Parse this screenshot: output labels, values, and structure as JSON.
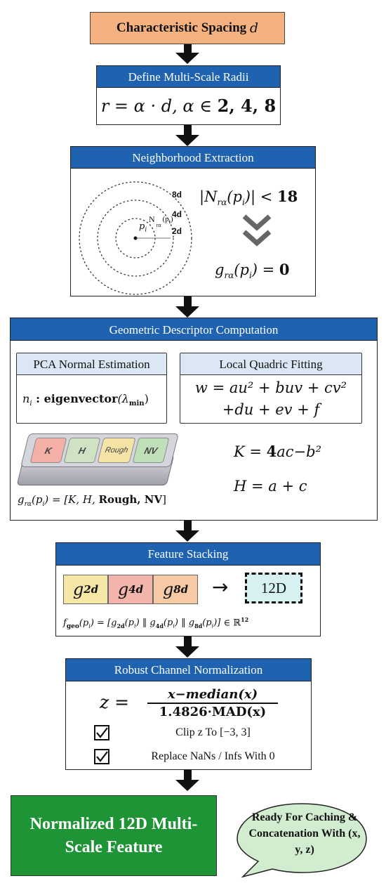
{
  "input": {
    "label": "Characteristic Spacing",
    "symbol": "d"
  },
  "radii": {
    "title": "Define Multi-Scale Radii",
    "formula_lhs": "r = α · d, α ∈ ",
    "formula_set": "2, 4, 8"
  },
  "neighborhood": {
    "title": "Neighborhood Extraction",
    "ring_labels": [
      "8d",
      "4d",
      "2d"
    ],
    "point_label": "p",
    "point_sub": "i",
    "n_label": "N",
    "n_sub": "rα",
    "n_paren": "(p",
    "n_paren_sub": "i",
    "n_close": ")",
    "cond_left": "|N",
    "cond_sub": "rα",
    "cond_mid": "(p",
    "cond_mid_sub": "i",
    "cond_right": ")| < ",
    "cond_value": "18",
    "result_left": "g",
    "result_sub": "rα",
    "result_mid": "(p",
    "result_mid_sub": "i",
    "result_right": ") = ",
    "result_value": "0"
  },
  "descriptor": {
    "title": "Geometric Descriptor Computation",
    "pca": {
      "title": "PCA Normal Estimation",
      "lhs": "n",
      "lhs_sub": "i",
      "colon": " : ",
      "func": "eigenvector",
      "arg": "(λ",
      "arg_sub": "min",
      "arg_close": ")"
    },
    "quadric": {
      "title": "Local Quadric Fitting",
      "line1": "w = au² + buv + cv²",
      "line2": "+du + ev + f"
    },
    "keys": [
      "K",
      "H",
      "Rough",
      "NV"
    ],
    "key_colors": [
      "#f4b0a6",
      "#cfe3c4",
      "#f6e4a6",
      "#bfe0b8"
    ],
    "vector_lhs": "g",
    "vector_sub": "rα",
    "vector_mid": "(p",
    "vector_mid_sub": "i",
    "vector_rhs": ") = [K, H, ",
    "vector_bold": "Rough, NV",
    "vector_close": "]",
    "k_formula_lhs": "K = ",
    "k_formula_num": "4",
    "k_formula_rest": "ac−b²",
    "h_formula": "H = a + c"
  },
  "stacking": {
    "title": "Feature Stacking",
    "chips": [
      {
        "g": "g",
        "sub": "2d",
        "color": "#f6e7a7"
      },
      {
        "g": "g",
        "sub": "4d",
        "color": "#f2b4ab"
      },
      {
        "g": "g",
        "sub": "8d",
        "color": "#f5caa4"
      }
    ],
    "arrow": "→",
    "output": "12D",
    "output_color": "#d7f1f2",
    "eq_lhs": "f",
    "eq_sub": "geo",
    "eq_mid": "(p",
    "eq_mid_sub": "i",
    "eq_rhs": ") = [g",
    "eq_parts": [
      "2d",
      "4d",
      "8d"
    ],
    "eq_end": " ∈ ℝ",
    "eq_pow": "12"
  },
  "normalization": {
    "title": "Robust Channel Normalization",
    "z_lhs": "z =",
    "numerator": "x−median(x)",
    "denominator": "1.4826·MAD(x)",
    "checks": [
      {
        "text": "Clip z To [−3, 3]"
      },
      {
        "text": "Replace NaNs / Infs With 0"
      }
    ]
  },
  "output": {
    "label": "Normalized 12D Multi-Scale Feature",
    "color": "#1f9436"
  },
  "bubble": {
    "text": "Ready For Caching & Concatenation With (x, y, z)",
    "color": "#d2ecd0"
  }
}
